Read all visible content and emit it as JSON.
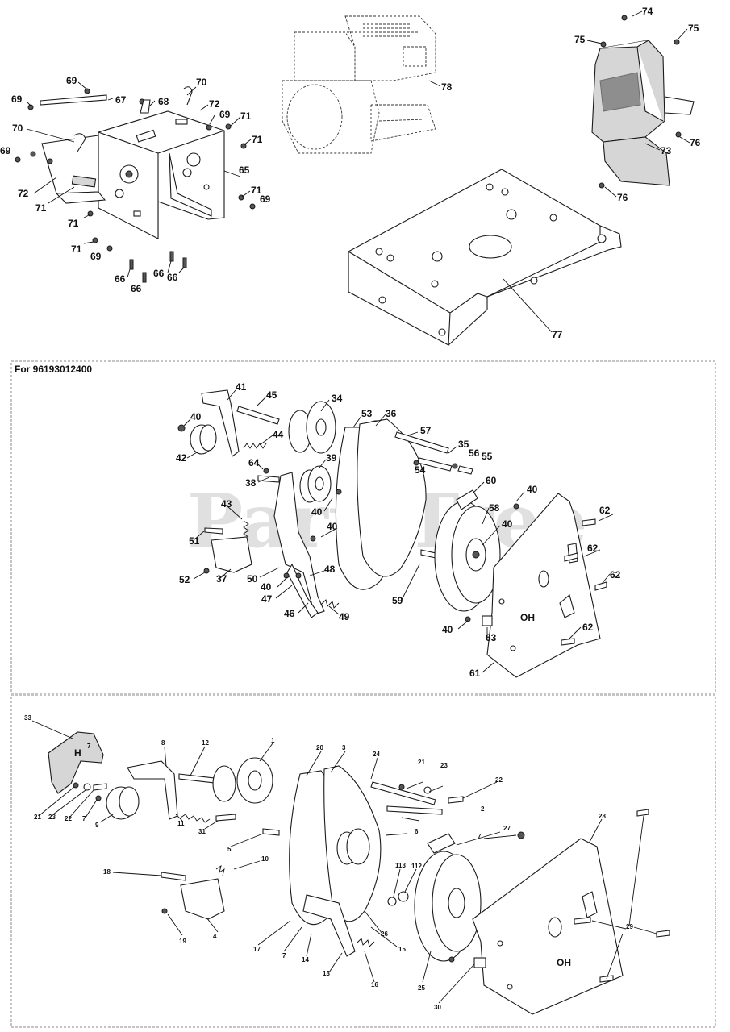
{
  "watermark": "PartsTree",
  "sections": [
    {
      "title": ""
    },
    {
      "title": "For 96193012400"
    },
    {
      "title": ""
    }
  ],
  "top_callouts": [
    "69",
    "67",
    "68",
    "70",
    "72",
    "69",
    "71",
    "71",
    "65",
    "70",
    "69",
    "69",
    "72",
    "71",
    "71",
    "71",
    "69",
    "71",
    "69",
    "66",
    "66",
    "66",
    "66",
    "78",
    "74",
    "75",
    "75",
    "73",
    "76",
    "76",
    "77"
  ],
  "middle_callouts": [
    "41",
    "45",
    "34",
    "53",
    "36",
    "57",
    "40",
    "44",
    "42",
    "64",
    "35",
    "56",
    "55",
    "54",
    "39",
    "38",
    "60",
    "40",
    "43",
    "58",
    "40",
    "40",
    "62",
    "51",
    "40",
    "62",
    "62",
    "37",
    "50",
    "48",
    "40",
    "52",
    "47",
    "46",
    "49",
    "59",
    "40",
    "63",
    "62",
    "61"
  ],
  "bottom_callouts": [
    "33",
    "8",
    "12",
    "1",
    "20",
    "3",
    "24",
    "21",
    "23",
    "22",
    "2",
    "21",
    "23",
    "22",
    "7",
    "7",
    "9",
    "11",
    "31",
    "5",
    "6",
    "27",
    "10",
    "18",
    "7",
    "113",
    "112",
    "28",
    "19",
    "4",
    "29",
    "17",
    "7",
    "14",
    "26",
    "15",
    "13",
    "16",
    "25",
    "30"
  ]
}
